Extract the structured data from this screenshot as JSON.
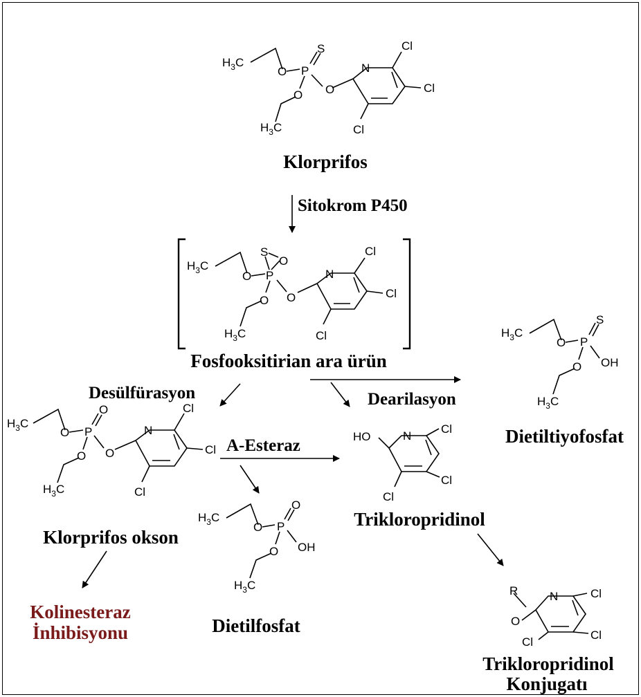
{
  "compounds": {
    "chlorpyrifos": "Klorprifos",
    "intermediate": "Fosfooksitirian ara ürün",
    "oxon": "Klorprifos okson",
    "diethylphosphate": "Dietilfosfat",
    "diethylthiophosphate": "Dietiltiyofosfat",
    "tcp": "Trikloropridinol",
    "tcp_conjugate_line1": "Trikloropridinol",
    "tcp_conjugate_line2": "Konjugatı"
  },
  "processes": {
    "cyp450": "Sitokrom P450",
    "desulfuration": "Desülfürasyon",
    "dearylation": "Dearilasyon",
    "a_esterase": "A-Esteraz"
  },
  "effect": {
    "line1": "Kolinesteraz",
    "line2": "İnhibisyonu",
    "color": "#7a1a1a"
  },
  "atoms": {
    "methyl_left": "H",
    "methyl_sub": "3",
    "methyl_right": "C",
    "oxygen": "O",
    "phosphorus": "P",
    "sulfur": "S",
    "nitrogen": "N",
    "chlorine": "Cl",
    "hydroxyl": "OH",
    "ho": "HO",
    "r_group": "R"
  }
}
